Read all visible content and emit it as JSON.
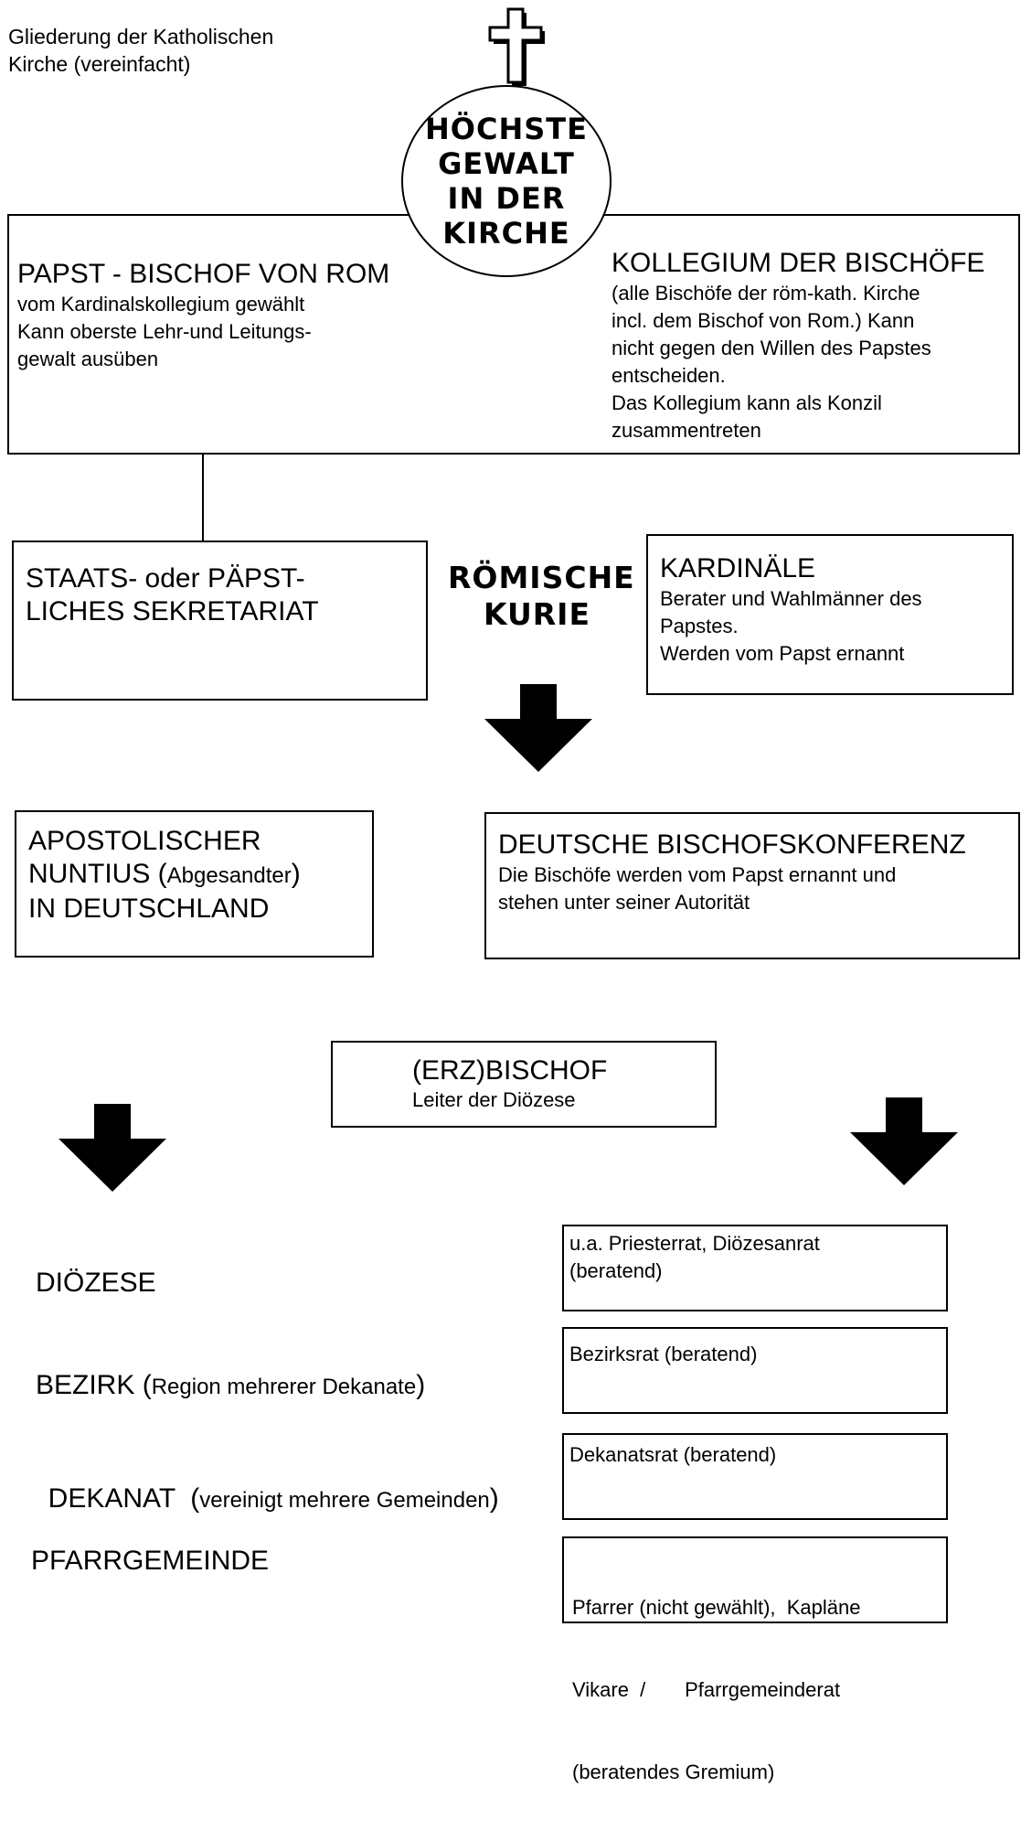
{
  "caption": {
    "line1": "Gliederung der Katholischen",
    "line2": "Kirche (vereinfacht)"
  },
  "circle": {
    "lines": [
      "HÖCHSTE",
      "GEWALT",
      "IN DER",
      "KIRCHE"
    ]
  },
  "papst": {
    "title": "PAPST - BISCHOF VON ROM",
    "lines": [
      "vom Kardinalskollegium gewählt",
      "Kann oberste Lehr-und Leitungs-",
      "gewalt ausüben"
    ]
  },
  "kollegium": {
    "title": "KOLLEGIUM DER BISCHÖFE",
    "lines": [
      "(alle Bischöfe der röm-kath. Kirche",
      "incl. dem Bischof von Rom.) Kann",
      "nicht gegen den Willen des Papstes",
      "entscheiden.",
      "Das Kollegium kann als Konzil",
      "zusammentreten"
    ]
  },
  "sekretariat": {
    "line1": "STAATS- oder PÄPST-",
    "line2": "LICHES SEKRETARIAT"
  },
  "kurie": {
    "line1": "RÖMISCHE",
    "line2": "KURIE"
  },
  "kardinaele": {
    "title": "KARDINÄLE",
    "lines": [
      "Berater und Wahlmänner des",
      "Papstes.",
      "Werden vom Papst ernannt"
    ]
  },
  "nuntius": {
    "line1": "APOSTOLISCHER",
    "line2_main": "NUNTIUS (",
    "line2_small": "Abgesandter",
    "line2_end": ")",
    "line3": "IN DEUTSCHLAND"
  },
  "bischofskonferenz": {
    "title": "DEUTSCHE BISCHOFSKONFERENZ",
    "lines": [
      "Die Bischöfe werden vom Papst ernannt und",
      "stehen unter seiner Autorität"
    ]
  },
  "erzbischof": {
    "title": "(ERZ)BISCHOF",
    "subtitle": "Leiter der Diözese"
  },
  "levels": [
    {
      "main": "DIÖZESE",
      "paren_open": "",
      "small": "",
      "paren_close": ""
    },
    {
      "main": "BEZIRK ",
      "paren_open": "(",
      "small": "Region mehrerer Dekanate",
      "paren_close": ")"
    },
    {
      "main": "DEKANAT  ",
      "paren_open": "(",
      "small": "vereinigt mehrere Gemeinden",
      "paren_close": ")"
    },
    {
      "main": "PFARRGEMEINDE",
      "paren_open": "",
      "small": "",
      "paren_close": ""
    }
  ],
  "councils": [
    {
      "lines": [
        "u.a. Priesterrat, Diözesanrat",
        "(beratend)"
      ]
    },
    {
      "lines": [
        "Bezirksrat (beratend)"
      ]
    },
    {
      "lines": [
        "Dekanatsrat (beratend)"
      ]
    },
    {
      "lines": [
        "Pfarrer (nicht gewählt),  Kapläne",
        "Vikare  /       Pfarrgemeinderat",
        "(beratendes Gremium)"
      ]
    }
  ]
}
